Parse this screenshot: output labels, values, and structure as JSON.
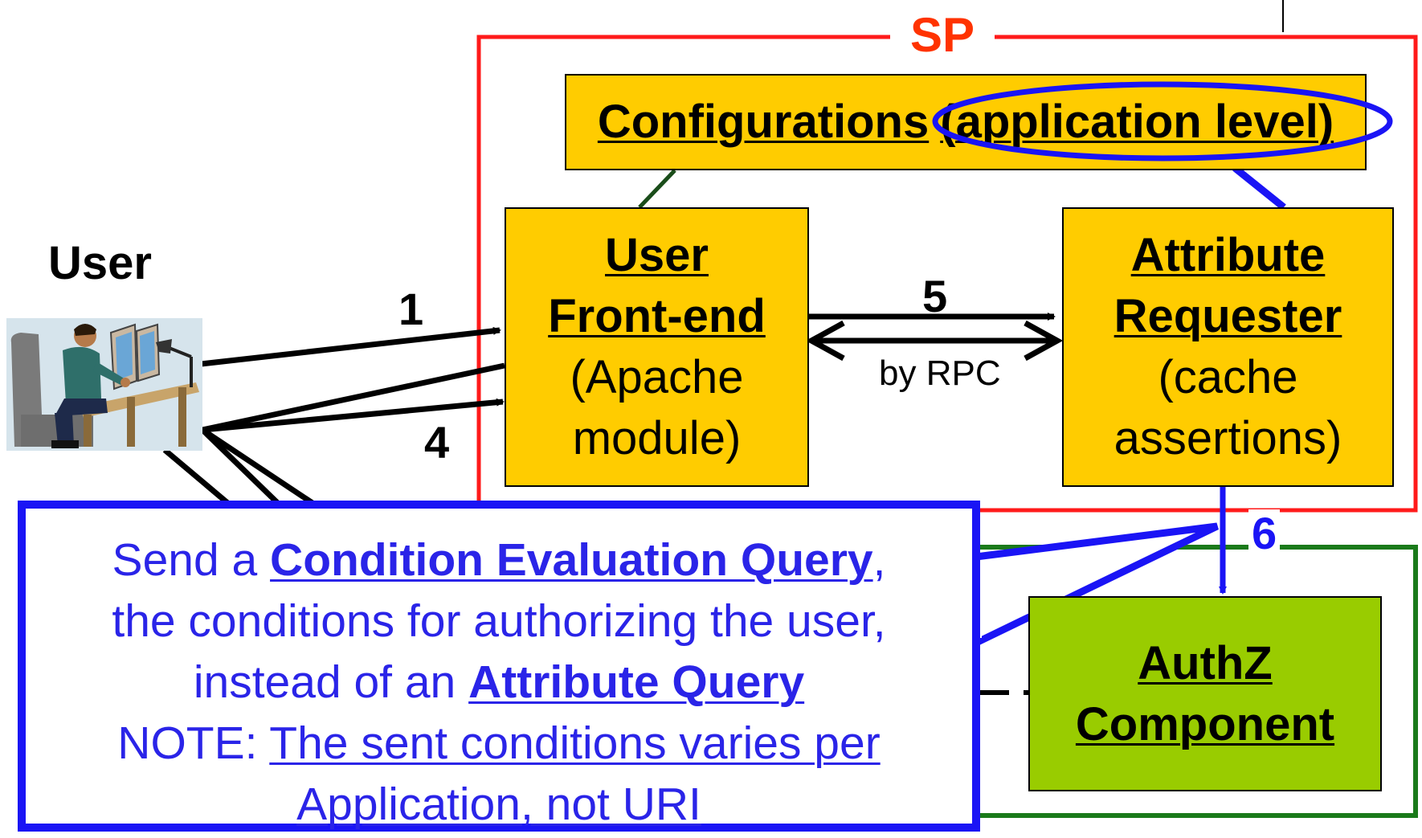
{
  "colors": {
    "sp_border": "#ff1a1a",
    "idp_border": "#1a7a1a",
    "component_fill": "#ffcc00",
    "authz_fill": "#99cc00",
    "callout_border": "#1a14f5",
    "callout_text": "#2a24e8"
  },
  "sp": {
    "title": "SP"
  },
  "user": {
    "label": "User",
    "icon": "user-at-computer-icon"
  },
  "config": {
    "label": "Configurations",
    "sub": "(application level)"
  },
  "frontend": {
    "title_line1": "User",
    "title_line2": "Front-end",
    "sub_line1": "(Apache",
    "sub_line2": "module)"
  },
  "requester": {
    "title_line1": "Attribute",
    "title_line2": "Requester",
    "sub_line1": "(cache",
    "sub_line2": "assertions)"
  },
  "authz": {
    "title_line1": "AuthZ",
    "title_line2": "Component"
  },
  "arrows": {
    "step1": "1",
    "step4": "4",
    "step5": "5",
    "step6": "6",
    "rpc_label": "by RPC"
  },
  "callout": {
    "line1_pre": "Send a ",
    "line1_link": "Condition Evaluation Query",
    "line1_post": ",",
    "line2": "the conditions for authorizing the user,",
    "line3_pre": "instead of an ",
    "line3_link": "Attribute Query",
    "line4_pre": "NOTE: ",
    "line4_link": "The sent conditions varies per",
    "line5_link": "Application, not URI"
  }
}
